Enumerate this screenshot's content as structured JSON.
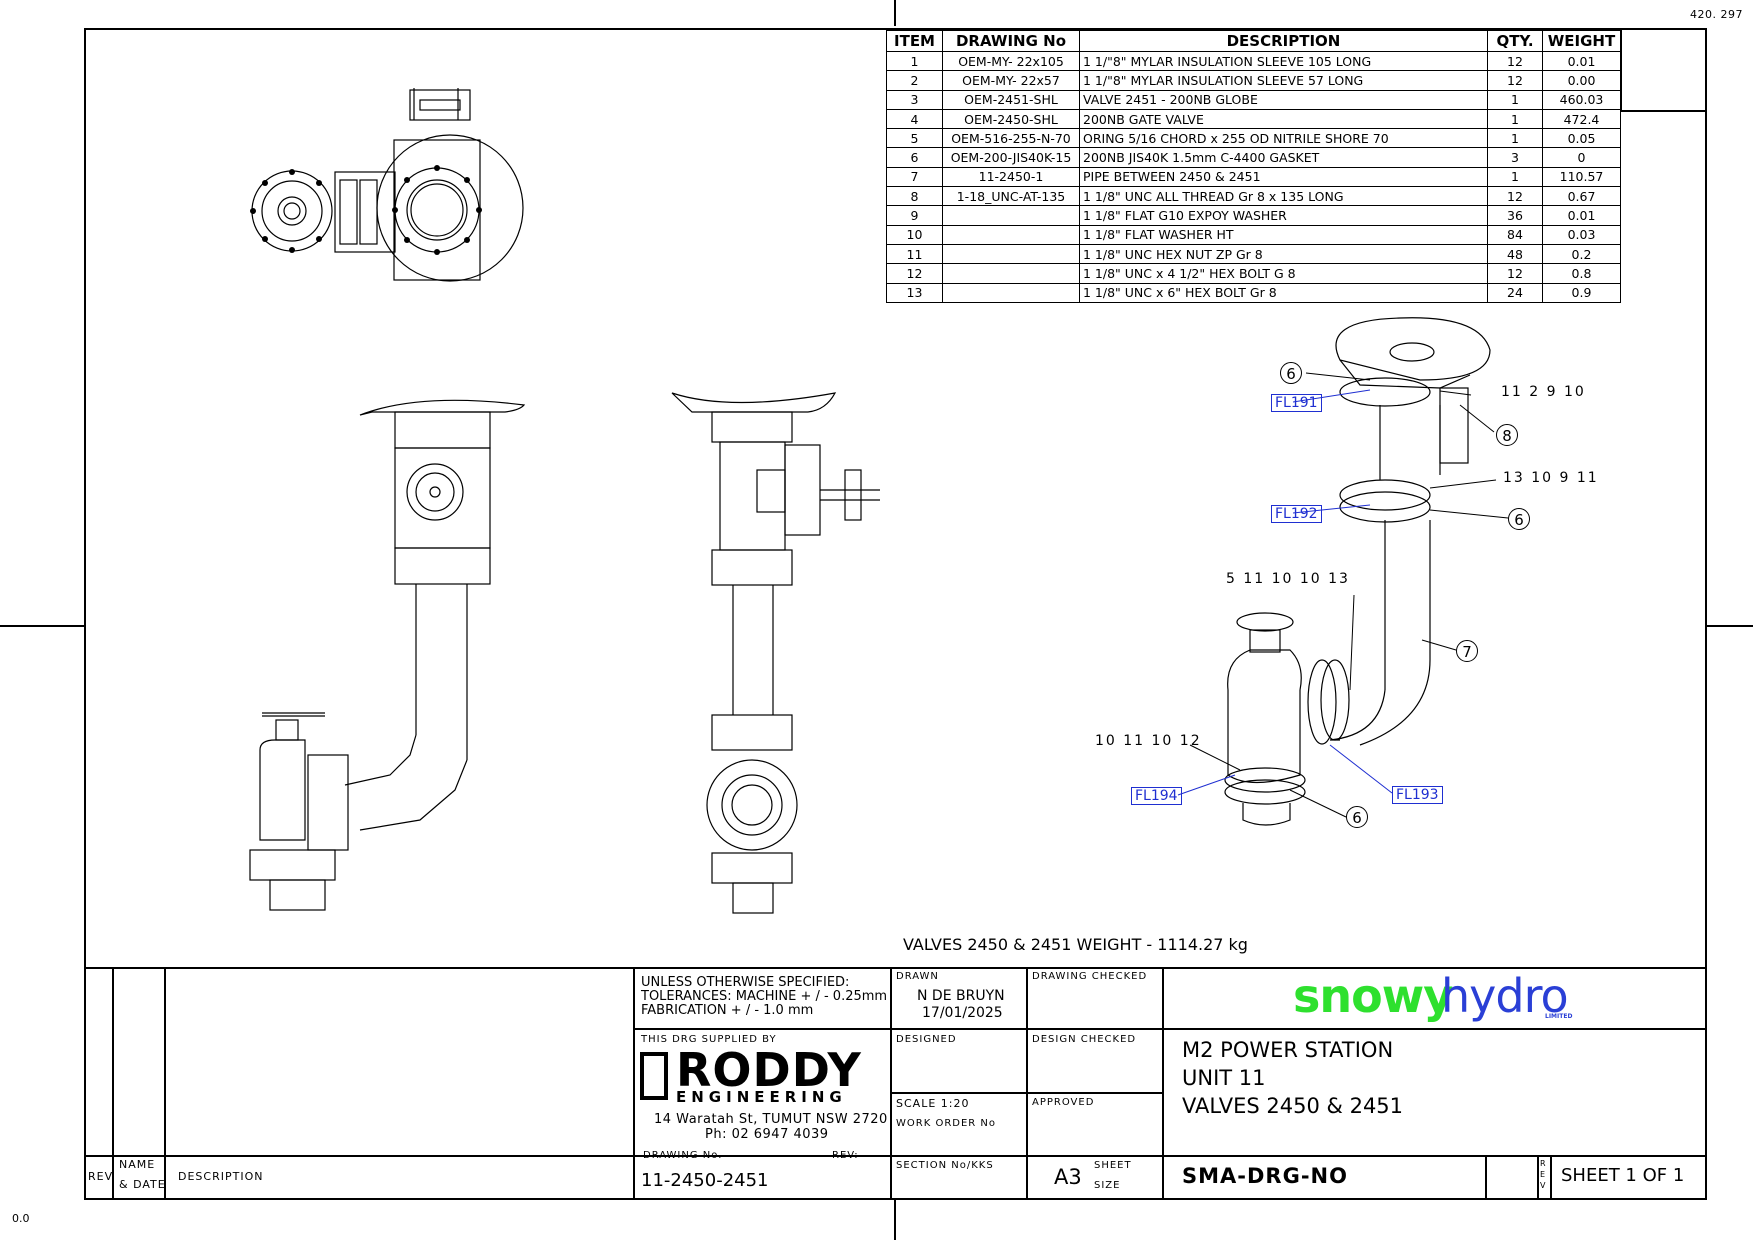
{
  "corner": {
    "top_right": "420. 297",
    "bottom_left": "0.0"
  },
  "bom": {
    "headers": [
      "ITEM",
      "DRAWING No",
      "DESCRIPTION",
      "QTY.",
      "WEIGHT"
    ],
    "rows": [
      [
        "1",
        "OEM-MY- 22x105",
        "1 1/\"8\" MYLAR INSULATION SLEEVE 105 LONG",
        "12",
        "0.01"
      ],
      [
        "2",
        "OEM-MY- 22x57",
        "1 1/\"8\" MYLAR INSULATION SLEEVE 57 LONG",
        "12",
        "0.00"
      ],
      [
        "3",
        "OEM-2451-SHL",
        "VALVE 2451 - 200NB GLOBE",
        "1",
        "460.03"
      ],
      [
        "4",
        "OEM-2450-SHL",
        "200NB GATE VALVE",
        "1",
        "472.4"
      ],
      [
        "5",
        "OEM-516-255-N-70",
        "ORING 5/16 CHORD x 255 OD NITRILE SHORE 70",
        "1",
        "0.05"
      ],
      [
        "6",
        "OEM-200-JIS40K-15",
        "200NB JIS40K 1.5mm C-4400 GASKET",
        "3",
        "0"
      ],
      [
        "7",
        "11-2450-1",
        "PIPE BETWEEN 2450 & 2451",
        "1",
        "110.57"
      ],
      [
        "8",
        "1-18_UNC-AT-135",
        "1 1/8\" UNC ALL THREAD Gr 8 x 135 LONG",
        "12",
        "0.67"
      ],
      [
        "9",
        "",
        "1 1/8\" FLAT G10 EXPOY WASHER",
        "36",
        "0.01"
      ],
      [
        "10",
        "",
        "1 1/8\" FLAT WASHER HT",
        "84",
        "0.03"
      ],
      [
        "11",
        "",
        "1 1/8\" UNC HEX NUT ZP Gr 8",
        "48",
        "0.2"
      ],
      [
        "12",
        "",
        "1 1/8\" UNC x 4 1/2\" HEX BOLT G 8",
        "12",
        "0.8"
      ],
      [
        "13",
        "",
        "1 1/8\" UNC x 6\" HEX BOLT Gr 8",
        "24",
        "0.9"
      ]
    ]
  },
  "balloons": {
    "b6a": "6",
    "fl191": "FL191",
    "b11_2_9_10": "11 2 9 10",
    "b8": "8",
    "b13_10_9_11": "13 10 9 11",
    "fl192": "FL192",
    "b6b": "6",
    "b5_11_10_10_13": "5 11 10 10 13",
    "b7": "7",
    "b10_11_10_12": "10 11 10 12",
    "fl194": "FL194",
    "fl193": "FL193",
    "b6c": "6"
  },
  "weight_note": "VALVES 2450 & 2451 WEIGHT -    1114.27 kg",
  "title_block": {
    "rev": "REV",
    "name_date_1": "NAME",
    "name_date_2": "& DATE",
    "description": "DESCRIPTION",
    "tol1": "UNLESS OTHERWISE SPECIFIED:",
    "tol2": "TOLERANCES: MACHINE + / - 0.25mm",
    "tol3": "FABRICATION + / - 1.0 mm",
    "supplied_by": "THIS DRG SUPPLIED BY",
    "roddy": "RODDY",
    "engineering": "ENGINEERING",
    "address": "14 Waratah St, TUMUT NSW 2720",
    "phone": "Ph: 02 6947 4039",
    "drawing_no_label": "DRAWING No.",
    "rev_label": "REV:",
    "drawing_no": "11-2450-2451",
    "drawn_label": "DRAWN",
    "drawn_name": "N DE BRUYN",
    "drawn_date": "17/01/2025",
    "drawing_checked": "DRAWING CHECKED",
    "designed": "DESIGNED",
    "design_checked": "DESIGN CHECKED",
    "scale": "SCALE   1:20",
    "work_order": "WORK ORDER No",
    "approved": "APPROVED",
    "section": "SECTION No/KKS",
    "sheet_size_value": "A3",
    "sheet_label": "SHEET",
    "size_label": "SIZE",
    "logo_snowy": "snowy",
    "logo_hydro": "hydro",
    "logo_limited": "LIMITED",
    "title1": "M2 POWER STATION",
    "title2": "UNIT 11",
    "title3": "VALVES 2450 & 2451",
    "sma": "SMA-DRG-NO",
    "rev_vertical": "REV",
    "sheet_of": "SHEET 1 OF 1"
  },
  "colors": {
    "leader_blue": "#1f2fd1",
    "snowy_green": "#2ee02e",
    "hydro_blue": "#2a3fd6"
  }
}
